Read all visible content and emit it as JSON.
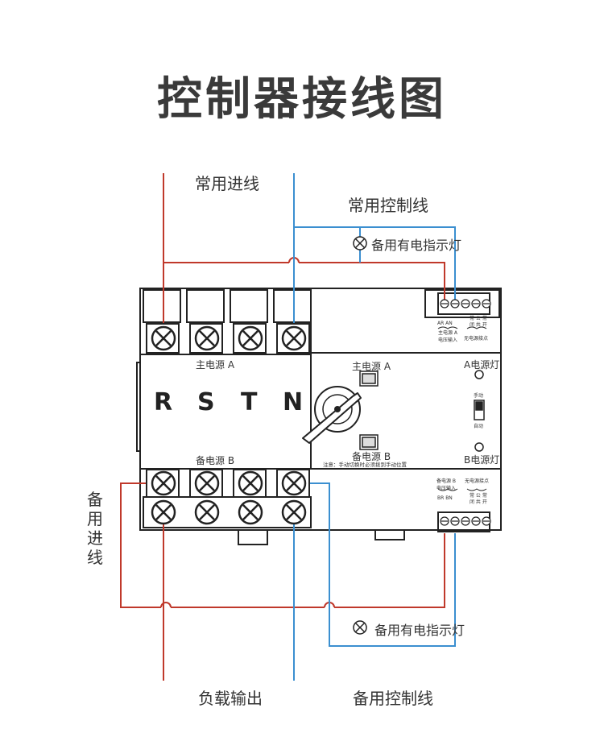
{
  "title": "控制器接线图",
  "labels": {
    "normal_input": "常用进线",
    "normal_control": "常用控制线",
    "normal_indicator": "备用有电指示灯",
    "backup_input": "备用进线",
    "backup_indicator": "备用有电指示灯",
    "load_output": "负载输出",
    "backup_control": "备用控制线"
  },
  "device": {
    "main_source_left": "主电源 A",
    "backup_source_left": "备电源 B",
    "phases": [
      "R",
      "S",
      "T",
      "N"
    ],
    "main_source_right": "主电源 A",
    "backup_source_right": "备电源 B",
    "a_lamp": "A电源灯",
    "b_lamp": "B电源灯",
    "manual": "手动",
    "auto": "自动",
    "note": "注意：手动切换时必须拨到手动位置",
    "top_terminal_labels": "AR AN",
    "top_source_caption": "主电源 A",
    "top_source_sub": "电压输入",
    "top_contact_labels": "常 公 常",
    "top_contact_labels2": "闭 共 开",
    "top_dry_contact": "无电源接点",
    "bottom_source_caption": "备电源 B",
    "bottom_source_sub": "电压输入",
    "bottom_terminal_labels": "BR BN",
    "bottom_dry_contact": "无电源接点",
    "bottom_contact_labels": "常 公 常",
    "bottom_contact_labels2": "闭 共 开"
  },
  "colors": {
    "red_wire": "#c0392b",
    "blue_wire": "#3b8fd0",
    "device_line": "#222222"
  }
}
